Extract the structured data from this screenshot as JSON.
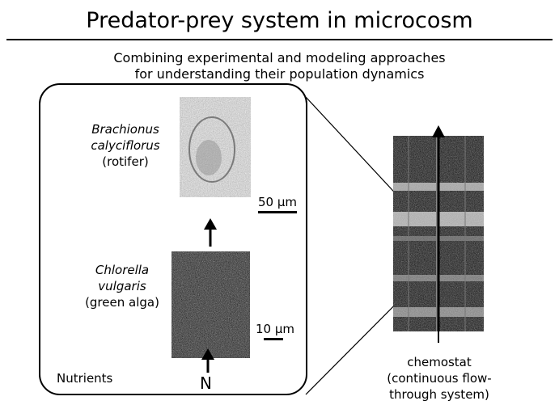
{
  "title": "Predator-prey system in microcosm",
  "subtitle_line1": "Combining experimental and modeling approaches",
  "subtitle_line2": "for understanding their population dynamics",
  "rotifer": {
    "line1": "Brachionus",
    "line2": "calyciflorus",
    "line3": "(rotifer)"
  },
  "alga": {
    "line1": "Chlorella",
    "line2": "vulgaris",
    "line3": "(green alga)"
  },
  "nutrients_label": "Nutrients",
  "nutrient_symbol": "N",
  "scale_rotifer": "50 μm",
  "scale_alga": "10 μm",
  "chemostat": {
    "line1": "chemostat",
    "line2": "(continuous flow-",
    "line3": "through system)"
  },
  "colors": {
    "ink": "#000000",
    "photo_dark": "#2a2a2a",
    "photo_light": "#bdbdbd"
  }
}
